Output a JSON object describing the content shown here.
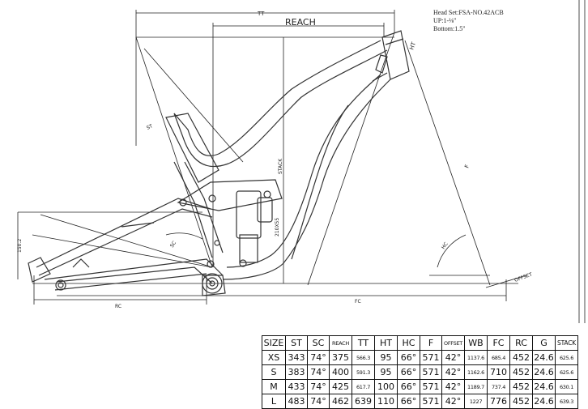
{
  "notes": {
    "head_set": "Head Set:FSA-NO.42ACB",
    "up": "UP:1-⅛\"",
    "bottom": "Bottom:1.5\""
  },
  "labels": {
    "tt": "TT",
    "reach": "REACH",
    "stack": "STACK",
    "ht": "HT",
    "f": "F",
    "hc": "HC",
    "sc": "SC",
    "st": "ST",
    "offset": "OFFSET",
    "rc": "RC",
    "fc": "FC",
    "shock": "210X55",
    "bb_drop": "150.2"
  },
  "table": {
    "headers": [
      "SIZE",
      "ST",
      "SC",
      "REACH",
      "TT",
      "HT",
      "HC",
      "F",
      "OFFSET",
      "WB",
      "FC",
      "RC",
      "G",
      "STACK"
    ],
    "rows": [
      [
        "XS",
        "343",
        "74°",
        "375",
        "566.3",
        "95",
        "66°",
        "571",
        "42°",
        "1137.6",
        "685.4",
        "452",
        "24.6",
        "625.6"
      ],
      [
        "S",
        "383",
        "74°",
        "400",
        "591.3",
        "95",
        "66°",
        "571",
        "42°",
        "1162.6",
        "710",
        "452",
        "24.6",
        "625.6"
      ],
      [
        "M",
        "433",
        "74°",
        "425",
        "617.7",
        "100",
        "66°",
        "571",
        "42°",
        "1189.7",
        "737.4",
        "452",
        "24.6",
        "630.1"
      ],
      [
        "L",
        "483",
        "74°",
        "462",
        "639",
        "110",
        "66°",
        "571",
        "42°",
        "1227",
        "776",
        "452",
        "24.6",
        "639.3"
      ]
    ]
  }
}
